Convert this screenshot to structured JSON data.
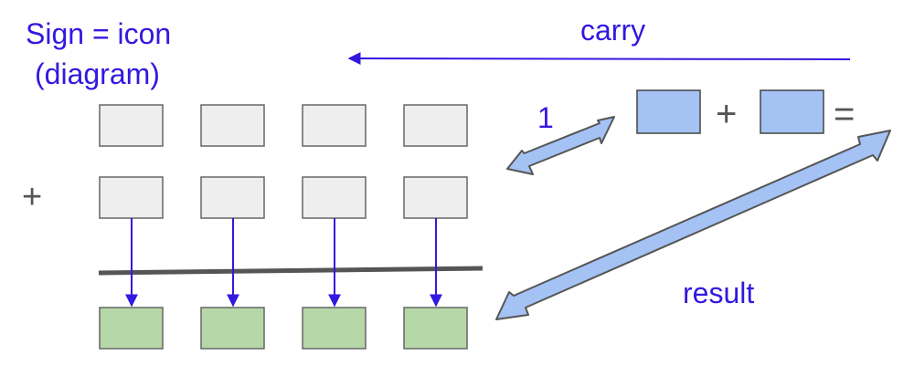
{
  "title": {
    "line1": "Sign = icon",
    "line2": "(diagram)"
  },
  "operators": {
    "plus_left": "+",
    "plus_right": "+",
    "equals": "="
  },
  "labels": {
    "carry": "carry",
    "one": "1",
    "result": "result"
  },
  "colors": {
    "text_blue": "#3318e0",
    "text_gray": "#555555",
    "box_gray_fill": "#eeeeee",
    "box_gray_stroke": "#666666",
    "box_blue_fill": "#a4c2f4",
    "box_green_fill": "#b6d7a8",
    "line_dark": "#555555",
    "arrow_blue": "#3318e0"
  }
}
